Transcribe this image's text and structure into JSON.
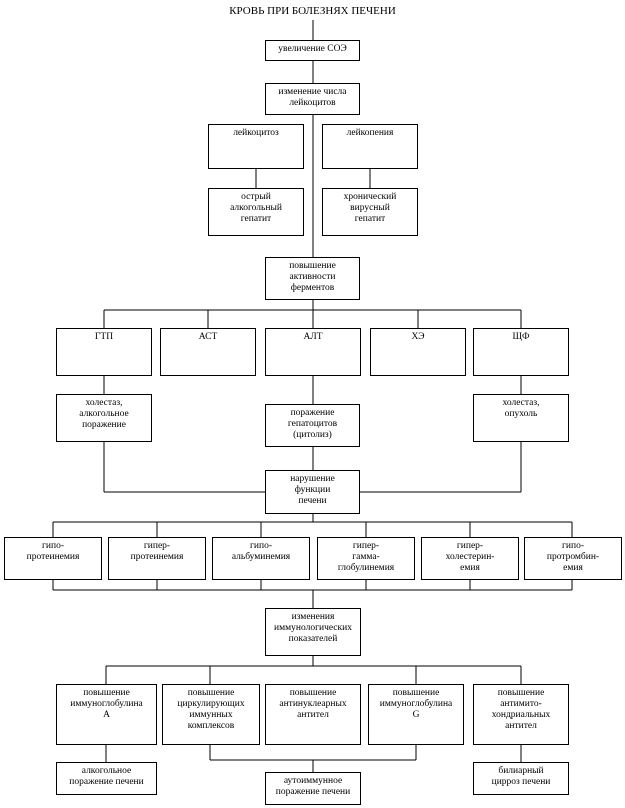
{
  "title": "КРОВЬ ПРИ БОЛЕЗНЯХ ПЕЧЕНИ",
  "nodes": {
    "soe": "увеличение СОЭ",
    "leuk_change": "изменение числа\nлейкоцитов",
    "leukocytosis": "лейкоцитоз",
    "leukopenia": "лейкопения",
    "acute_hepatitis": "острый\nалкогольный\nгепатит",
    "chronic_hepatitis": "хронический\nвирусный\nгепатит",
    "enzymes": "повышение\nактивности\nферментов",
    "gtp": "ГТП",
    "ast": "АСТ",
    "alt": "АЛТ",
    "che": "ХЭ",
    "shf": "ЩФ",
    "cholestasis_alc": "холестаз,\nалкогольное\nпоражение",
    "cytolysis": "поражение\nгепатоцитов\n(цитолиз)",
    "cholestasis_tumor": "холестаз,\nопухоль",
    "liver_function": "нарушение\nфункции\nпечени",
    "hypoproteinemia": "гипо-\nпротеинемия",
    "hyperproteinemia": "гипер-\nпротеинемия",
    "hypoalbuminemia": "гипо-\nальбуминемия",
    "hypergammaglobulinemia": "гипер-\nгамма-\nглобулинемия",
    "hypercholesterinemia": "гипер-\nхолестерин-\nемия",
    "hypoprothrombinemia": "гипо-\nпротромбин-\nемия",
    "immuno_changes": "изменения\nиммунологических\nпоказателей",
    "iga": "повышение\nиммуноглобулина\nА",
    "cic": "повышение\nциркулирующих\nиммунных\nкомплексов",
    "ana": "повышение\nантинуклеарных\nантител",
    "igg": "повышение\nиммуноглобулина\nG",
    "ama": "повышение\nантимито-\nхондриальных\nантител",
    "alcoholic_liver": "алкогольное\nпоражение печени",
    "autoimmune_liver": "аутоиммунное\nпоражение печени",
    "biliary_cirrhosis": "билиарный\nцирроз печени"
  }
}
